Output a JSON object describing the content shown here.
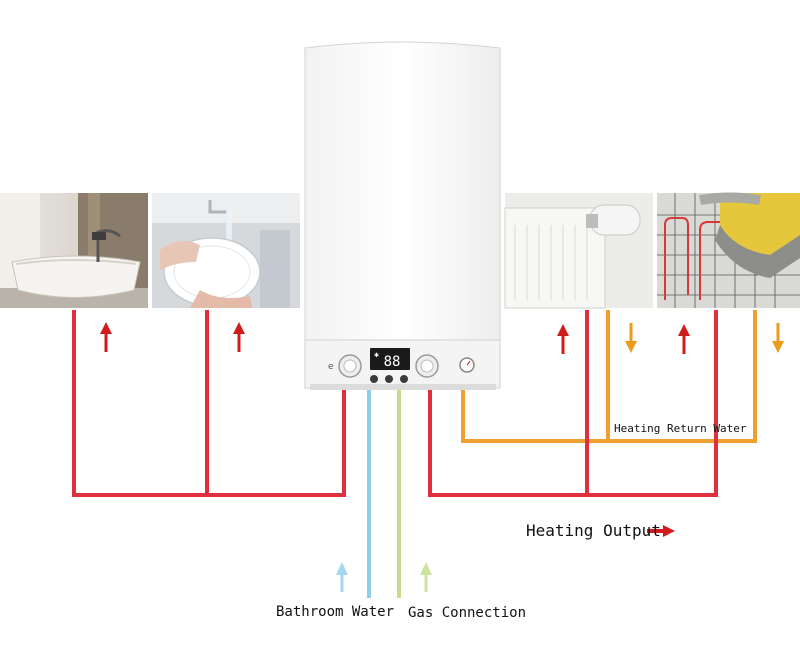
{
  "labels": {
    "heating_output": "Heating Output",
    "heating_return_water": "Heating Return Water",
    "bathroom_water": "Bathroom Water",
    "gas_connection": "Gas Connection"
  },
  "display": {
    "value": "88"
  },
  "colors": {
    "hot_pipe": "#e0303d",
    "return_pipe": "#f0a030",
    "cold_water_pipe": "#8fcde8",
    "gas_pipe": "#c4dd8c",
    "arrow_red": "#d01c1c",
    "arrow_orange": "#ee9a1c",
    "arrow_blue": "#a6d6f0",
    "arrow_green": "#cde3a0"
  }
}
